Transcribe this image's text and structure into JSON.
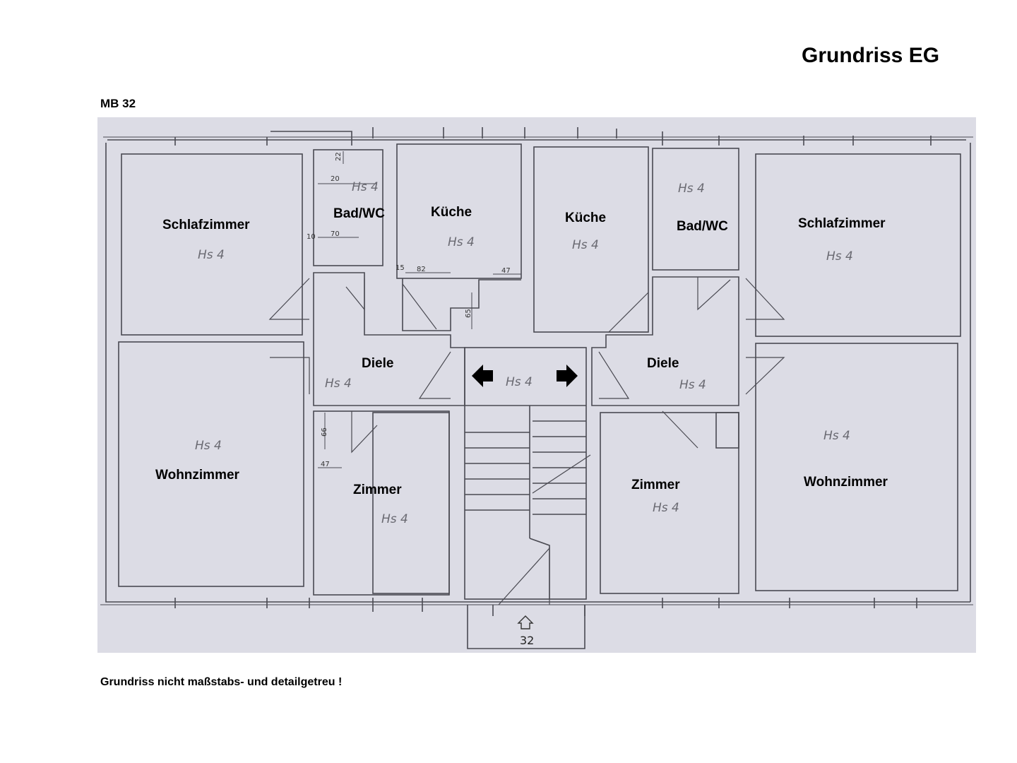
{
  "title": "Grundriss EG",
  "building": "MB 32",
  "note": "Grundriss nicht maßstabs- und detailgetreu !",
  "house_number": "32",
  "hs_mark": "Hs 4",
  "rooms": {
    "schlafzimmer_left": "Schlafzimmer",
    "bad_left": "Bad/WC",
    "kueche_left": "Küche",
    "kueche_right": "Küche",
    "bad_right": "Bad/WC",
    "schlafzimmer_right": "Schlafzimmer",
    "diele_left": "Diele",
    "diele_right": "Diele",
    "wohnzimmer_left": "Wohnzimmer",
    "zimmer_left": "Zimmer",
    "zimmer_right": "Zimmer",
    "wohnzimmer_right": "Wohnzimmer"
  },
  "dimensions": {
    "d22": "22",
    "d20": "20",
    "d10": "10",
    "d70": "70",
    "d15": "15",
    "d82": "82",
    "d47a": "47",
    "d65": "65",
    "d66": "66",
    "d47b": "47"
  },
  "colors": {
    "paper": "#dddde6",
    "line": "#4a4a52"
  }
}
